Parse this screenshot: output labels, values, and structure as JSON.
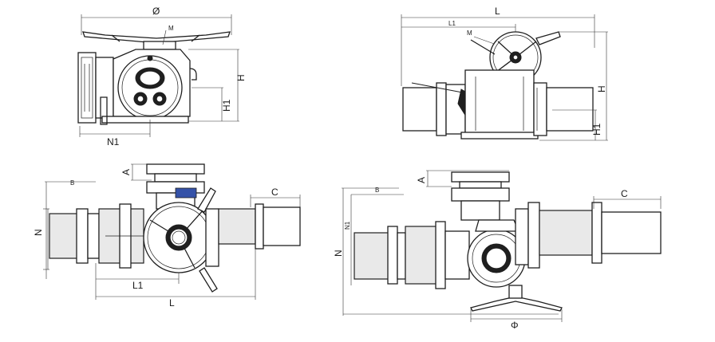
{
  "views": {
    "front": {
      "labels": {
        "phi": "Ø",
        "m": "M",
        "h": "H",
        "h1": "H1",
        "n1": "N1"
      }
    },
    "side": {
      "labels": {
        "l": "L",
        "l1": "L1",
        "m": "M",
        "h": "H",
        "h1": "H1"
      }
    },
    "top": {
      "labels": {
        "a": "A",
        "b": "B",
        "c": "C",
        "n": "N",
        "l1": "L1",
        "l": "L"
      }
    },
    "bottom": {
      "labels": {
        "a": "A",
        "b": "B",
        "c": "C",
        "n": "N",
        "n1": "N1",
        "phi": "Φ"
      }
    }
  }
}
